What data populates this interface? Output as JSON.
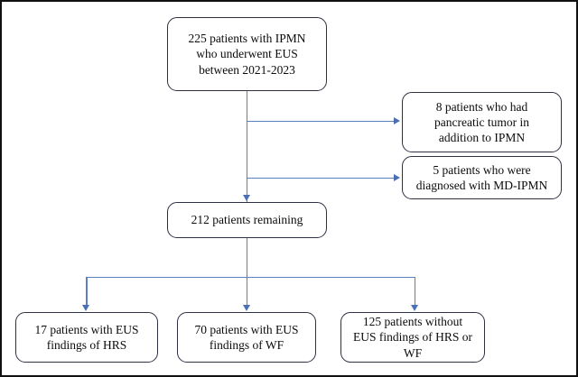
{
  "figure": {
    "type": "flowchart",
    "title": "Patient selection flow diagram",
    "border_color": "#111111",
    "box_border_color": "#2d3142",
    "connector_color": "#5b7fc0",
    "background": "#ffffff"
  },
  "nodes": {
    "cohort": {
      "id": "cohort",
      "text": "225 patients with IPMN\nwho underwent EUS\nbetween 2021-2023",
      "count": 225
    },
    "exclusion_tumor": {
      "id": "exclusion-pancreatic-tumor",
      "text": "8 patients who had\npancreatic tumor in\naddition to IPMN",
      "count": 8
    },
    "exclusion_mdipmn": {
      "id": "exclusion-md-ipmn",
      "text": "5 patients who were\ndiagnosed with MD-IPMN",
      "count": 5
    },
    "remaining": {
      "id": "remaining",
      "text": "212 patients remaining",
      "count": 212
    },
    "outcome_hrs": {
      "id": "outcome-hrs",
      "text": "17 patients with EUS\nfindings of HRS",
      "count": 17
    },
    "outcome_wf": {
      "id": "outcome-wf",
      "text": "70 patients with EUS\nfindings of WF",
      "count": 70
    },
    "outcome_none": {
      "id": "outcome-none",
      "text": "125 patients without\nEUS findings of HRS or\nWF",
      "count": 125
    }
  },
  "edges": [
    {
      "from": "cohort",
      "to": "exclusion_tumor",
      "kind": "branch-right"
    },
    {
      "from": "cohort",
      "to": "exclusion_mdipmn",
      "kind": "branch-right"
    },
    {
      "from": "cohort",
      "to": "remaining",
      "kind": "down"
    },
    {
      "from": "remaining",
      "to": "outcome_hrs",
      "kind": "split-down"
    },
    {
      "from": "remaining",
      "to": "outcome_wf",
      "kind": "split-down"
    },
    {
      "from": "remaining",
      "to": "outcome_none",
      "kind": "split-down"
    }
  ]
}
